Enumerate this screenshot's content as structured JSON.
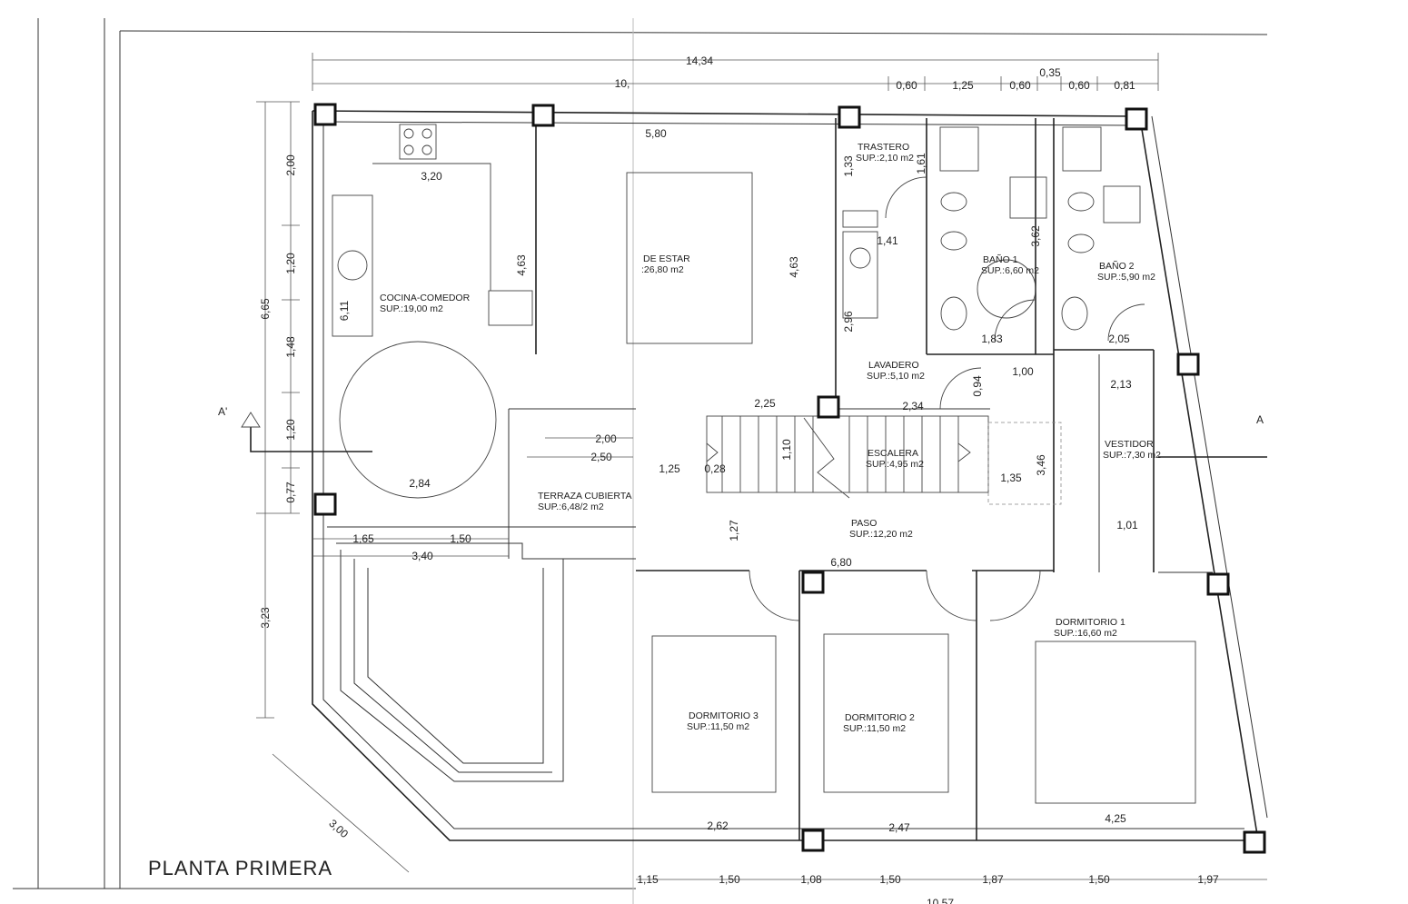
{
  "title": "PLANTA PRIMERA",
  "section_markers": {
    "left": "A'",
    "right": "A"
  },
  "rooms": [
    {
      "id": "cocina",
      "name": "COCINA-COMEDOR",
      "area": "SUP.:19,00  m2"
    },
    {
      "id": "estar",
      "name": "DE ESTAR",
      "area": ":26,80  m2"
    },
    {
      "id": "trastero",
      "name": "TRASTERO",
      "area": "SUP.:2,10  m2"
    },
    {
      "id": "bano1",
      "name": "BAÑO  1",
      "area": "SUP.:6,60  m2"
    },
    {
      "id": "bano2",
      "name": "BAÑO  2",
      "area": "SUP.:5,90  m2"
    },
    {
      "id": "lavadero",
      "name": "LAVADERO",
      "area": "SUP.:5,10  m2"
    },
    {
      "id": "escalera",
      "name": "ESCALERA",
      "area": "SUP.:4,95  m2"
    },
    {
      "id": "vestidor",
      "name": "VESTIDOR",
      "area": "SUP.:7,30  m2"
    },
    {
      "id": "terraza",
      "name": "TERRAZA  CUBIERTA",
      "area": "SUP.:6,48/2  m2"
    },
    {
      "id": "paso",
      "name": "PASO",
      "area": "SUP.:12,20  m2"
    },
    {
      "id": "dorm3",
      "name": "DORMITORIO  3",
      "area": "SUP.:11,50  m2"
    },
    {
      "id": "dorm2",
      "name": "DORMITORIO  2",
      "area": "SUP.:11,50  m2"
    },
    {
      "id": "dorm1",
      "name": "DORMITORIO  1",
      "area": "SUP.:16,60  m2"
    }
  ],
  "dimensions": {
    "top_total": "14,34",
    "top_segment": "10,",
    "top_right": [
      "0,60",
      "1,25",
      "0,60",
      "0,35",
      "0,60",
      "0,81"
    ],
    "left_outer": "6,65",
    "left_outer_lower": "3,23",
    "left_inner": [
      "2,00",
      "1,20",
      "1,48",
      "1,20",
      "0,77"
    ],
    "bottom_left": [
      "1,65",
      "1,50",
      "3,40"
    ],
    "diagonal": "3,00",
    "bottom": [
      "1,15",
      "1,50",
      "1,08",
      "1,50",
      "1,87",
      "1,50",
      "1,97"
    ],
    "bottom_cut": "10,57",
    "interior": {
      "kitchen_width": "3,20",
      "kitchen_depth": "6,11",
      "kitchen_wall": "4,63",
      "kitchen_bottom": "2,84",
      "living_width": "5,80",
      "living_depth": "4,63",
      "trastero_h": "1,33",
      "trastero_door": "1,61",
      "lav_w": "1,41",
      "lav_h": "2,96",
      "bath_h": "3,62",
      "bath1_w": "1,83",
      "bath2_w": "2,05",
      "hall_w": "1,00",
      "door_w": "0,94",
      "vest_w": "2,13",
      "stairs_left": "2,25",
      "stairs_right": "2,34",
      "stairs_h": "1,10",
      "stairs_side": "3,46",
      "stairs_land": "1,35",
      "terr_a": "2,00",
      "terr_b": "2,50",
      "paso_a": "1,25",
      "paso_b": "0,28",
      "paso_c": "1,27",
      "vest_h": "1,01",
      "rooms_w": "6,80",
      "d3_w": "2,62",
      "d2_w": "2,47",
      "d1_w": "4,25"
    }
  }
}
